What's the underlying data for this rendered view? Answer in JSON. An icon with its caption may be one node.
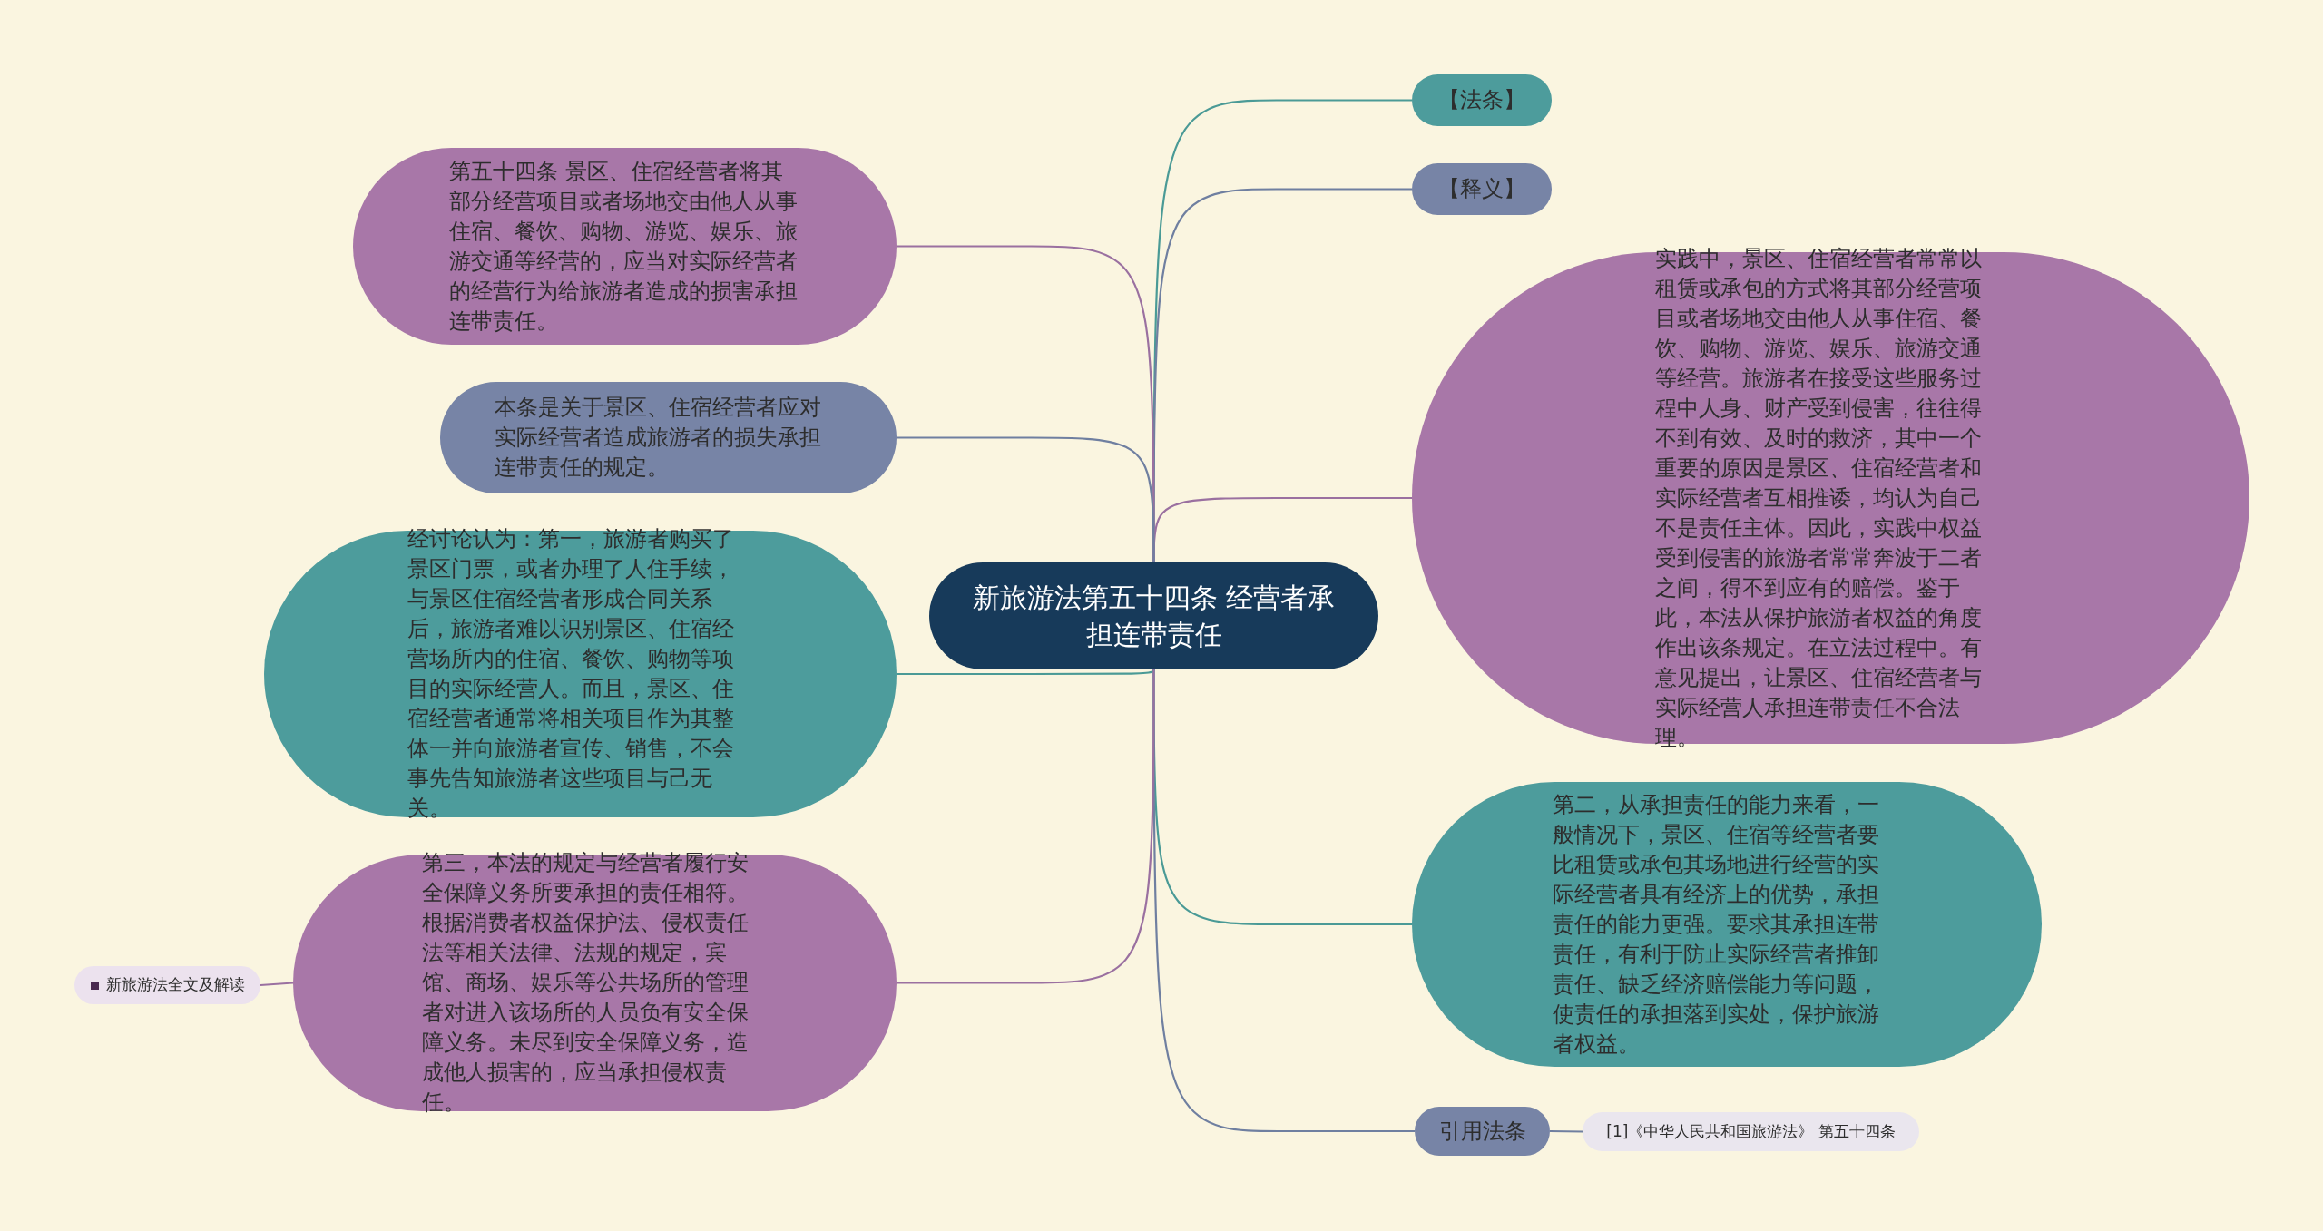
{
  "diagram": {
    "nodes": [
      {
        "text": [
          "新旅游法第五十四条 经营者承担连带责任"
        ]
      },
      {
        "text": [
          "【法条】"
        ]
      },
      {
        "text": [
          "【释义】"
        ]
      },
      {
        "text": [
          "实践中，景区、住宿经营者常常以租赁或承包的方式将其部分经营项目或者场地交由他人从事住宿、餐饮、购物、游览、娱乐、旅游交通等经营。旅游者在接受这些服务过程中人身、财产受到侵害，往往得不到有效、及时的救济，其中一个重要的原因是景区、住宿经营者和实际经营者互相推诿，均认为自己不是责任主体。因此，实践中权益受到侵害的旅游者常常奔波于二者之间，得不到应有的赔偿。鉴于此，本法从保护旅游者权益的角度作出该条规定。在立法过程中。有意见提出，让景区、住宿经营者与实际经营人承担连带责任不合法理。"
        ]
      },
      {
        "text": [
          "第二，从承担责任的能力来看，一般情况下，景区、住宿等经营者要比租赁或承包其场地进行经营的实际经营者具有经济上的优势，承担责任的能力更强。要求其承担连带责任，有利于防止实际经营者推卸责任、缺乏经济赔偿能力等问题，使责任的承担落到实处，保护旅游者权益。"
        ]
      },
      {
        "text": [
          "引用法条"
        ]
      },
      {
        "text": [
          "[1]《中华人民共和国旅游法》 第五十四条"
        ]
      },
      {
        "text": [
          "第五十四条 景区、住宿经营者将其部分经营项目或者场地交由他人从事住宿、餐饮、购物、游览、娱乐、旅游交通等经营的，应当对实际经营者的经营行为给旅游者造成的损害承担连带责任。"
        ]
      },
      {
        "text": [
          "本条是关于景区、住宿经营者应对实际经营者造成旅游者的损失承担连带责任的规定。"
        ]
      },
      {
        "text": [
          "经讨论认为：第一，旅游者购买了景区门票，或者办理了人住手续，与景区住宿经营者形成合同关系后，旅游者难以识别景区、住宿经营场所内的住宿、餐饮、购物等项目的实际经营人。而且，景区、住宿经营者通常将相关项目作为其整体一并向旅游者宣传、销售，不会事先告知旅游者这些项目与己无关。"
        ]
      },
      {
        "text": [
          "第三，本法的规定与经营者履行安全保障义务所要承担的责任相符。根据消费者权益保护法、侵权责任法等相关法律、法规的规定，宾馆、商场、娱乐等公共场所的管理者对进入该场所的人员负有安全保障义务。未尽到安全保障义务，造成他人损害的，应当承担侵权责任。"
        ]
      },
      {
        "text": [
          "新旅游法全文及解读"
        ]
      }
    ],
    "edges": [
      {
        "from": 0,
        "to": 1,
        "arrow": "none",
        "color": "#4a9a96"
      },
      {
        "from": 0,
        "to": 2,
        "arrow": "none",
        "color": "#6f7fa0"
      },
      {
        "from": 0,
        "to": 3,
        "arrow": "none"
      },
      {
        "from": 0,
        "to": 4,
        "arrow": "none",
        "color": "#4a9a96"
      },
      {
        "from": 0,
        "to": 5,
        "arrow": "none",
        "color": "#6f7fa0"
      },
      {
        "from": 5,
        "to": 6,
        "arrow": "none",
        "color": "#6f7fa0"
      },
      {
        "from": 0,
        "to": 7,
        "arrow": "none"
      },
      {
        "from": 0,
        "to": 8,
        "arrow": "none",
        "color": "#6f7fa0"
      },
      {
        "from": 0,
        "to": 9,
        "arrow": "none",
        "color": "#4a9a96"
      },
      {
        "from": 0,
        "to": 10,
        "arrow": "none"
      },
      {
        "from": 10,
        "to": 11,
        "arrow": "none"
      }
    ]
  }
}
